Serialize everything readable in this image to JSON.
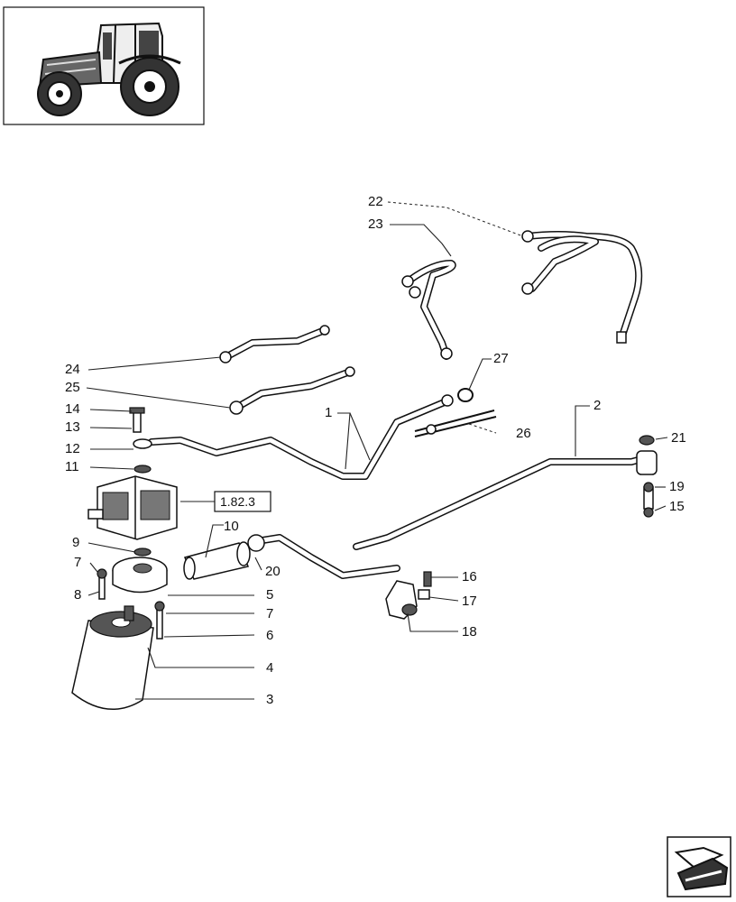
{
  "callouts": [
    {
      "id": "1",
      "text": "1"
    },
    {
      "id": "2",
      "text": "2"
    },
    {
      "id": "3",
      "text": "3"
    },
    {
      "id": "4",
      "text": "4"
    },
    {
      "id": "5",
      "text": "5"
    },
    {
      "id": "6",
      "text": "6"
    },
    {
      "id": "7a",
      "text": "7"
    },
    {
      "id": "7b",
      "text": "7"
    },
    {
      "id": "8",
      "text": "8"
    },
    {
      "id": "9",
      "text": "9"
    },
    {
      "id": "10",
      "text": "10"
    },
    {
      "id": "11",
      "text": "11"
    },
    {
      "id": "12",
      "text": "12"
    },
    {
      "id": "13",
      "text": "13"
    },
    {
      "id": "14",
      "text": "14"
    },
    {
      "id": "15",
      "text": "15"
    },
    {
      "id": "16",
      "text": "16"
    },
    {
      "id": "17",
      "text": "17"
    },
    {
      "id": "18",
      "text": "18"
    },
    {
      "id": "19",
      "text": "19"
    },
    {
      "id": "20",
      "text": "20"
    },
    {
      "id": "21",
      "text": "21"
    },
    {
      "id": "22",
      "text": "22"
    },
    {
      "id": "23",
      "text": "23"
    },
    {
      "id": "24",
      "text": "24"
    },
    {
      "id": "25",
      "text": "25"
    },
    {
      "id": "26",
      "text": "26"
    },
    {
      "id": "27",
      "text": "27"
    }
  ],
  "reference_box": {
    "text": "1.82.3"
  },
  "thumbnail": {
    "icon": "tractor-icon"
  },
  "nav": {
    "icon": "next-page-arrow-icon"
  }
}
